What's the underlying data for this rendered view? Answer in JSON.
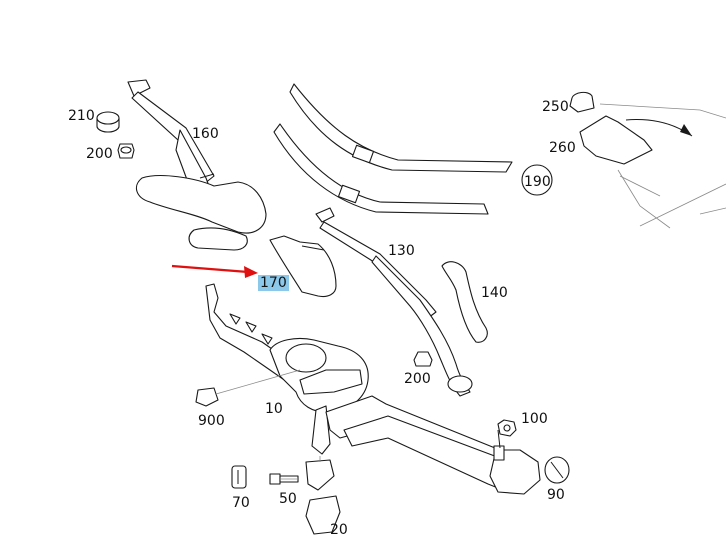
{
  "labels": {
    "p210": "210",
    "p200a": "200",
    "p160": "160",
    "p190": "190",
    "p250": "250",
    "p260": "260",
    "p130": "130",
    "p140": "140",
    "p170": "170",
    "p200b": "200",
    "p900": "900",
    "p10": "10",
    "p100": "100",
    "p90": "90",
    "p70": "70",
    "p50": "50",
    "p20": "20"
  },
  "highlight": {
    "part": "170",
    "color": "#8cc8ea",
    "arrow_color": "#e01010"
  }
}
